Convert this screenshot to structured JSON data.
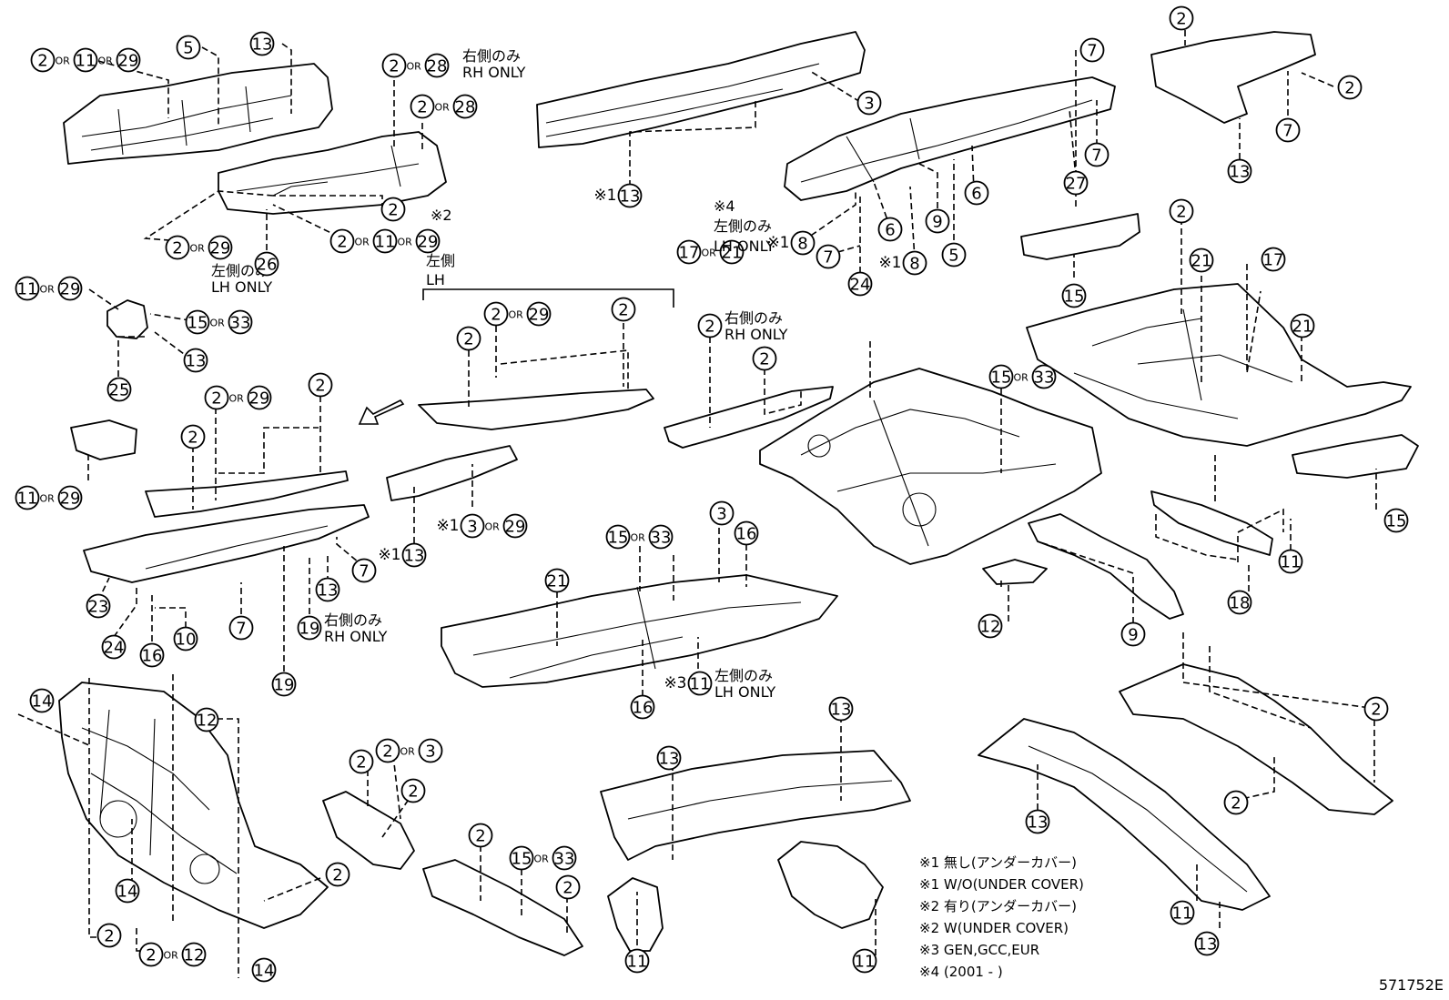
{
  "diagram_id": "571752E",
  "callouts": [
    {
      "id": "c1",
      "parts": [
        "2",
        "11",
        "29"
      ]
    },
    {
      "id": "c2",
      "parts": [
        "5"
      ]
    },
    {
      "id": "c3",
      "parts": [
        "13"
      ]
    },
    {
      "id": "c4",
      "parts": [
        "2",
        "28"
      ],
      "note_jp": "右側のみ",
      "note_en": "RH ONLY"
    },
    {
      "id": "c5",
      "parts": [
        "2",
        "28"
      ]
    },
    {
      "id": "c6",
      "parts": [
        "2"
      ]
    },
    {
      "id": "c7",
      "parts": [
        "2",
        "29"
      ],
      "note_jp": "左側のみ",
      "note_en": "LH ONLY"
    },
    {
      "id": "c8",
      "parts": [
        "26"
      ]
    },
    {
      "id": "c9",
      "parts": [
        "2",
        "11",
        "29"
      ]
    },
    {
      "id": "c10",
      "parts": [
        "11",
        "29"
      ]
    },
    {
      "id": "c11",
      "parts": [
        "15",
        "33"
      ]
    },
    {
      "id": "c12",
      "parts": [
        "13"
      ]
    },
    {
      "id": "c13",
      "parts": [
        "25"
      ]
    },
    {
      "id": "c14",
      "parts": [
        "3"
      ]
    },
    {
      "id": "c15",
      "parts": [
        "13"
      ],
      "prefix": "※1"
    },
    {
      "id": "c16",
      "parts": [
        "7"
      ]
    },
    {
      "id": "c17",
      "parts": [
        "7"
      ]
    },
    {
      "id": "c18",
      "parts": [
        "27"
      ]
    },
    {
      "id": "c19",
      "parts": [
        "6"
      ]
    },
    {
      "id": "c20",
      "parts": [
        "6"
      ]
    },
    {
      "id": "c21",
      "parts": [
        "9"
      ]
    },
    {
      "id": "c22",
      "parts": [
        "5"
      ]
    },
    {
      "id": "c23",
      "parts": [
        "8"
      ],
      "prefix": "※1"
    },
    {
      "id": "c24",
      "parts": [
        "7"
      ]
    },
    {
      "id": "c25",
      "parts": [
        "24"
      ]
    },
    {
      "id": "c26",
      "parts": [
        "8"
      ],
      "prefix": "※1"
    },
    {
      "id": "c27",
      "parts": [
        "17",
        "21"
      ],
      "note_mark": "※4",
      "note_jp": "左側のみ",
      "note_en": "LH ONLY"
    },
    {
      "id": "c28",
      "parts": [
        "2"
      ]
    },
    {
      "id": "c29",
      "parts": [
        "2"
      ]
    },
    {
      "id": "c30",
      "parts": [
        "7"
      ]
    },
    {
      "id": "c31",
      "parts": [
        "13"
      ]
    },
    {
      "id": "c32",
      "parts": [
        "2"
      ]
    },
    {
      "id": "c33",
      "parts": [
        "15"
      ]
    },
    {
      "id": "c34",
      "parts": [
        "21"
      ]
    },
    {
      "id": "c35",
      "parts": [
        "17"
      ]
    },
    {
      "id": "c36",
      "parts": [
        "21"
      ]
    },
    {
      "id": "c37",
      "parts": [
        "2",
        "29"
      ]
    },
    {
      "id": "c38",
      "parts": [
        "2"
      ]
    },
    {
      "id": "c39",
      "parts": [
        "2"
      ]
    },
    {
      "id": "c40",
      "parts": [
        "2"
      ],
      "note_jp": "右側のみ",
      "note_en": "RH ONLY"
    },
    {
      "id": "c41",
      "parts": [
        "2"
      ]
    },
    {
      "id": "c42",
      "parts": [
        "15",
        "33"
      ]
    },
    {
      "id": "c43",
      "parts": [
        "2",
        "29"
      ]
    },
    {
      "id": "c44",
      "parts": [
        "2"
      ]
    },
    {
      "id": "c45",
      "parts": [
        "2"
      ]
    },
    {
      "id": "c46",
      "parts": [
        "11",
        "29"
      ]
    },
    {
      "id": "c47",
      "parts": [
        "3",
        "29"
      ],
      "prefix": "※1"
    },
    {
      "id": "c48",
      "parts": [
        "13"
      ],
      "prefix": "※1"
    },
    {
      "id": "c49",
      "parts": [
        "7"
      ]
    },
    {
      "id": "c50",
      "parts": [
        "13"
      ]
    },
    {
      "id": "c51",
      "parts": [
        "7"
      ]
    },
    {
      "id": "c52",
      "parts": [
        "23"
      ]
    },
    {
      "id": "c53",
      "parts": [
        "24"
      ]
    },
    {
      "id": "c54",
      "parts": [
        "16"
      ]
    },
    {
      "id": "c55",
      "parts": [
        "10"
      ]
    },
    {
      "id": "c56",
      "parts": [
        "19"
      ],
      "note_jp": "右側のみ",
      "note_en": "RH ONLY"
    },
    {
      "id": "c57",
      "parts": [
        "19"
      ]
    },
    {
      "id": "c58",
      "parts": [
        "15",
        "33"
      ]
    },
    {
      "id": "c59",
      "parts": [
        "3"
      ]
    },
    {
      "id": "c60",
      "parts": [
        "16"
      ]
    },
    {
      "id": "c61",
      "parts": [
        "21"
      ]
    },
    {
      "id": "c62",
      "parts": [
        "11"
      ],
      "prefix": "※3",
      "note_jp": "左側のみ",
      "note_en": "LH ONLY"
    },
    {
      "id": "c63",
      "parts": [
        "16"
      ]
    },
    {
      "id": "c64",
      "parts": [
        "15"
      ]
    },
    {
      "id": "c65",
      "parts": [
        "11"
      ]
    },
    {
      "id": "c66",
      "parts": [
        "18"
      ]
    },
    {
      "id": "c67",
      "parts": [
        "12"
      ]
    },
    {
      "id": "c68",
      "parts": [
        "9"
      ]
    },
    {
      "id": "c69",
      "parts": [
        "14"
      ]
    },
    {
      "id": "c70",
      "parts": [
        "12"
      ]
    },
    {
      "id": "c71",
      "parts": [
        "14"
      ]
    },
    {
      "id": "c72",
      "parts": [
        "2"
      ]
    },
    {
      "id": "c73",
      "parts": [
        "2",
        "12"
      ]
    },
    {
      "id": "c74",
      "parts": [
        "14"
      ]
    },
    {
      "id": "c75",
      "parts": [
        "2"
      ]
    },
    {
      "id": "c76",
      "parts": [
        "2"
      ]
    },
    {
      "id": "c77",
      "parts": [
        "2",
        "3"
      ]
    },
    {
      "id": "c78",
      "parts": [
        "2"
      ]
    },
    {
      "id": "c79",
      "parts": [
        "2"
      ]
    },
    {
      "id": "c80",
      "parts": [
        "15",
        "33"
      ]
    },
    {
      "id": "c81",
      "parts": [
        "2"
      ]
    },
    {
      "id": "c82",
      "parts": [
        "13"
      ]
    },
    {
      "id": "c83",
      "parts": [
        "13"
      ]
    },
    {
      "id": "c84",
      "parts": [
        "11"
      ]
    },
    {
      "id": "c85",
      "parts": [
        "11"
      ]
    },
    {
      "id": "c86",
      "parts": [
        "13"
      ]
    },
    {
      "id": "c87",
      "parts": [
        "11"
      ]
    },
    {
      "id": "c88",
      "parts": [
        "13"
      ]
    },
    {
      "id": "c89",
      "parts": [
        "2"
      ]
    },
    {
      "id": "c90",
      "parts": [
        "2"
      ]
    }
  ],
  "or_text": "OR",
  "group_label": {
    "mark": "※2",
    "jp": "左側",
    "en": "LH"
  },
  "legend": [
    "※1 無し(アンダーカバー)",
    "※1 W/O(UNDER COVER)",
    "※2 有り(アンダーカバー)",
    "※2 W(UNDER COVER)",
    "※3 GEN,GCC,EUR",
    "※4 (2001 -        )"
  ]
}
